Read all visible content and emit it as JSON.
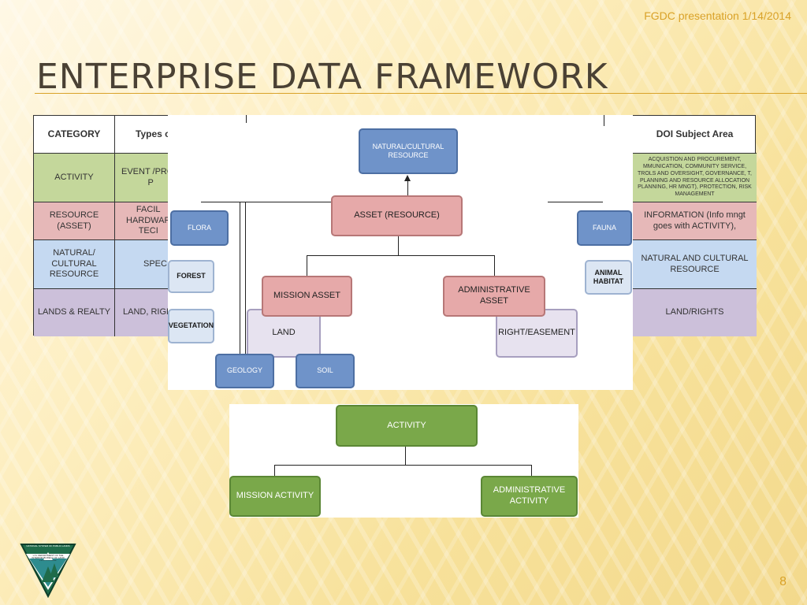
{
  "header_note": "FGDC presentation 1/14/2014",
  "title": "ENTERPRISE DATA FRAMEWORK",
  "page_number": "8",
  "table": {
    "col1_header": "CATEGORY",
    "col2_header": "Types o",
    "col3_header": "DOI Subject Area",
    "rows": [
      {
        "category": "ACTIVITY",
        "types": "EVENT /PROC\nP",
        "doi": "ACQUISTION AND PROCUREMENT, MMUNICATION, COMMUNITY SERVICE, TROLS AND OVERSIGHT, GOVERNANCE, T, PLANNING AND RESOURCE ALLOCATION PLANNING, HR MNGT), PROTECTION, RISK MANAGEMENT",
        "color": "#c4d79b"
      },
      {
        "category": "RESOURCE (ASSET)",
        "types": "FACIL\nHARDWAR\nTECI",
        "doi": "INFORMATION (Info mngt goes with ACTIVITY),",
        "color": "#e6b8b8"
      },
      {
        "category": "NATURAL/\nCULTURAL\nRESOURCE",
        "types": "SPECI",
        "doi": "NATURAL AND CULTURAL RESOURCE",
        "color": "#c5d9f1"
      },
      {
        "category": "LANDS & REALTY",
        "types": "LAND, RIGH",
        "doi": "LAND/RIGHTS",
        "color": "#ccc0da"
      }
    ]
  },
  "diagram_top": {
    "natural_cultural_resource": "NATURAL/CULTURAL RESOURCE",
    "asset_resource": "ASSET (RESOURCE)",
    "mission_asset": "MISSION ASSET",
    "administrative_asset": "ADMINISTRATIVE ASSET",
    "land": "LAND",
    "right_easement": "RIGHT/EASEMENT",
    "flora": "FLORA",
    "fauna": "FAUNA",
    "forest": "FOREST",
    "animal_habitat": "ANIMAL HABITAT",
    "vegetation": "VEGETATION",
    "geology": "GEOLOGY",
    "soil": "SOIL"
  },
  "diagram_bottom": {
    "activity": "ACTIVITY",
    "mission_activity": "MISSION ACTIVITY",
    "administrative_activity": "ADMINISTRATIVE ACTIVITY"
  },
  "logo": {
    "ring_text": "NATIONAL SYSTEM OF PUBLIC LANDS",
    "text": "U.S. DEPARTMENT OF THE INTERIOR BUREAU OF LAND MANAGEMENT"
  }
}
